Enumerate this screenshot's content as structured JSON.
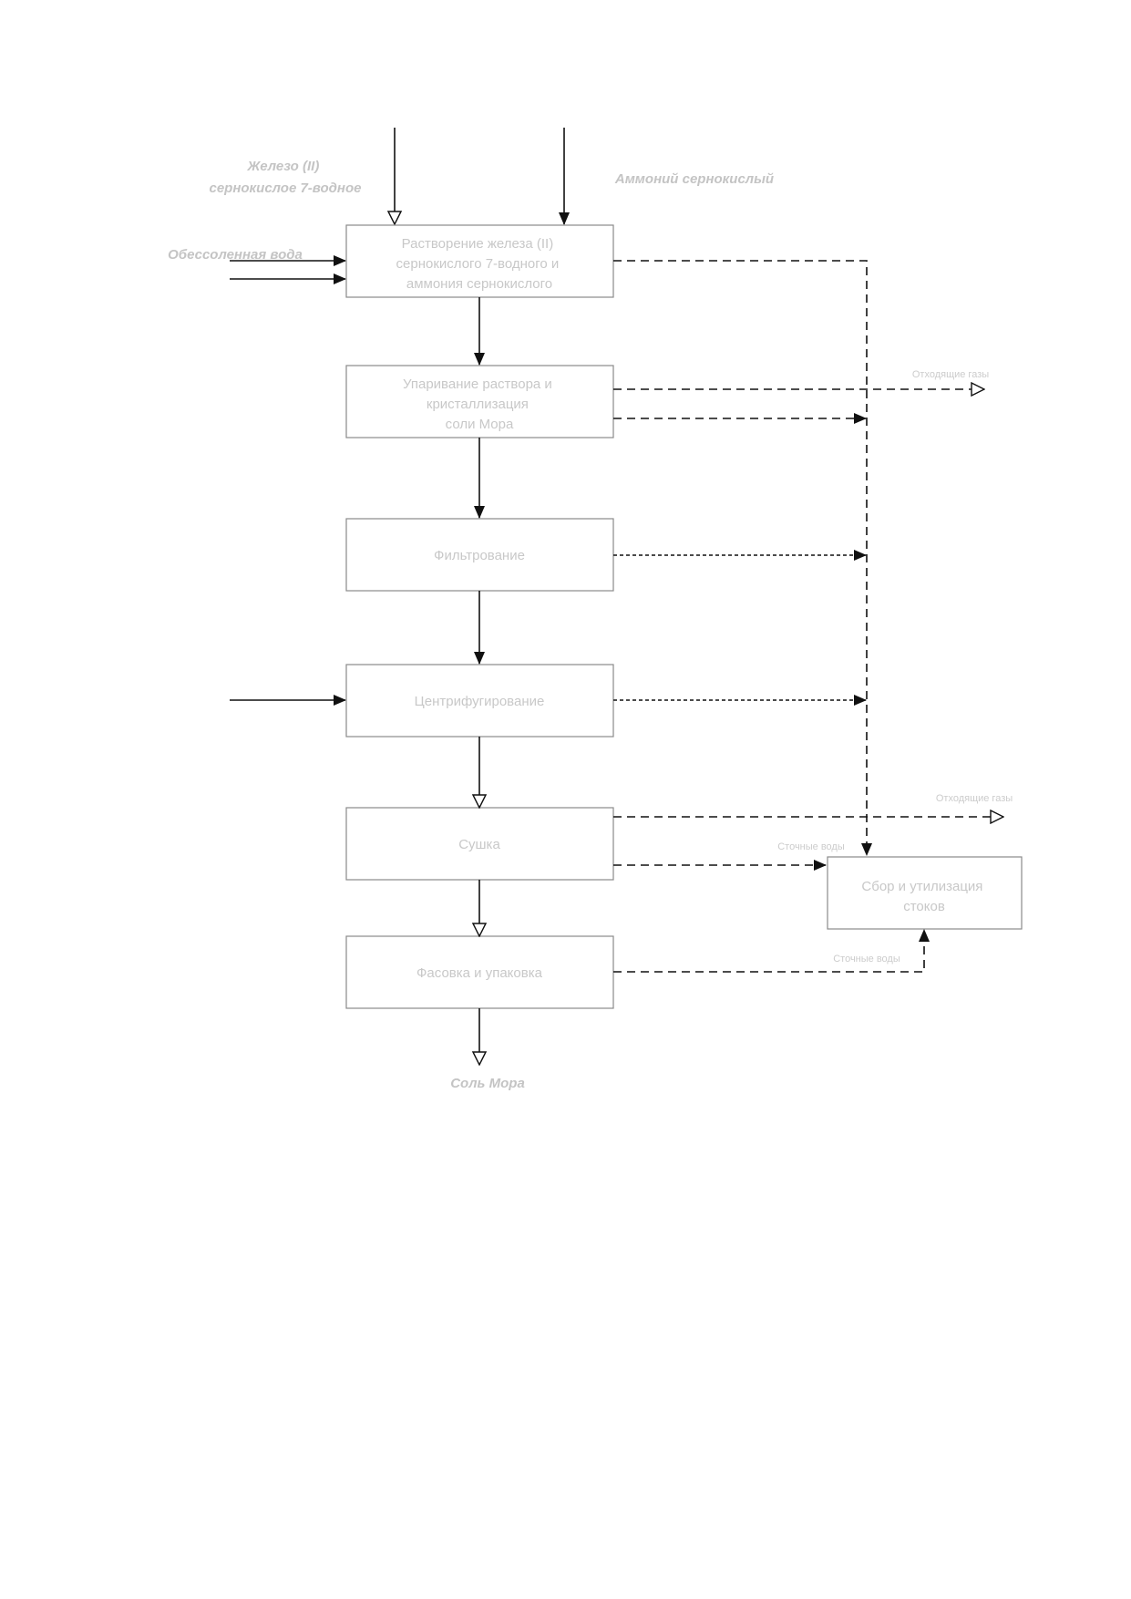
{
  "inputs": {
    "iron_sulfate": [
      "Железо (II)",
      "сернокислое 7-водное"
    ],
    "ammonium_sulfate": "Аммоний сернокислый",
    "demineralized_water": "Обессоленная вода"
  },
  "steps": [
    {
      "id": "dissolution",
      "lines": [
        "Растворение железа (II)",
        "сернокислого 7-водного и",
        "аммония сернокислого"
      ]
    },
    {
      "id": "evaporation",
      "lines": [
        "Упаривание раствора и",
        "кристаллизация",
        "соли Мора"
      ]
    },
    {
      "id": "filtration",
      "lines": [
        "Фильтрование"
      ]
    },
    {
      "id": "centrifugation",
      "lines": [
        "Центрифугирование"
      ]
    },
    {
      "id": "drying",
      "lines": [
        "Сушка"
      ]
    },
    {
      "id": "packing",
      "lines": [
        "Фасовка и упаковка"
      ]
    }
  ],
  "waste_box": {
    "lines": [
      "Сбор и утилизация",
      "стоков"
    ]
  },
  "streams": {
    "offgas_1": "Отходящие газы",
    "offgas_2": "Отходящие газы",
    "wastewater_1": "Сточные воды",
    "wastewater_2": "Сточные воды"
  },
  "output": "Соль Мора"
}
